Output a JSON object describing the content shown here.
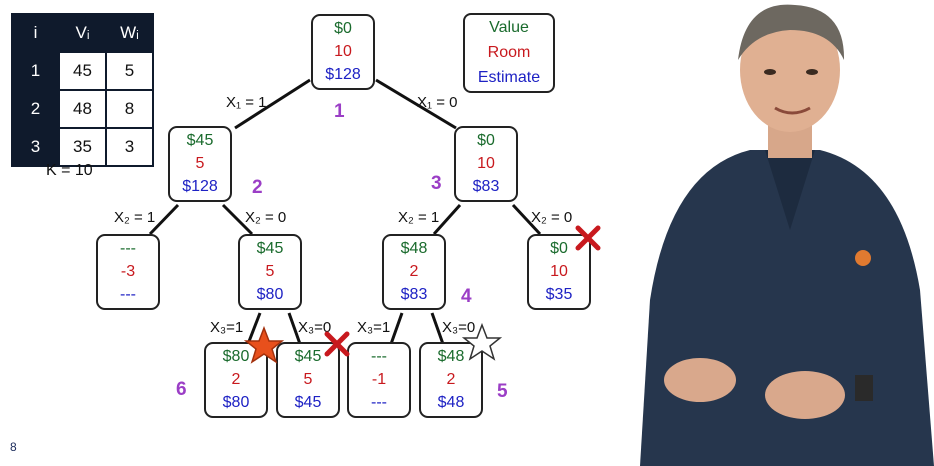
{
  "table": {
    "header": [
      "i",
      "Vᵢ",
      "Wᵢ"
    ],
    "rows": [
      [
        "1",
        "45",
        "5"
      ],
      [
        "2",
        "48",
        "8"
      ],
      [
        "3",
        "35",
        "3"
      ]
    ],
    "capacity": "K = 10"
  },
  "legend": {
    "value": "Value",
    "room": "Room",
    "estimate": "Estimate"
  },
  "nodes": {
    "n1": {
      "value": "$0",
      "room": "10",
      "estimate": "$128"
    },
    "n2": {
      "value": "$45",
      "room": "5",
      "estimate": "$128"
    },
    "n3": {
      "value": "$0",
      "room": "10",
      "estimate": "$83"
    },
    "n21": {
      "value": "---",
      "room": "-3",
      "estimate": "---"
    },
    "n22": {
      "value": "$45",
      "room": "5",
      "estimate": "$80"
    },
    "n31": {
      "value": "$48",
      "room": "2",
      "estimate": "$83"
    },
    "n32": {
      "value": "$0",
      "room": "10",
      "estimate": "$35"
    },
    "n221": {
      "value": "$80",
      "room": "2",
      "estimate": "$80"
    },
    "n222": {
      "value": "$45",
      "room": "5",
      "estimate": "$45"
    },
    "n311": {
      "value": "---",
      "room": "-1",
      "estimate": "---"
    },
    "n312": {
      "value": "$48",
      "room": "2",
      "estimate": "$48"
    }
  },
  "edges": {
    "e1": "X₁ = 1",
    "e2": "X₁ = 0",
    "e3": "X₂ = 1",
    "e4": "X₂ = 0",
    "e5": "X₂ = 1",
    "e6": "X₂ = 0",
    "e7": "X₃=1",
    "e8": "X₃=0",
    "e9": "X₃=1",
    "e10": "X₃=0"
  },
  "order": {
    "o1": "1",
    "o2": "2",
    "o3": "3",
    "o4": "4",
    "o5": "5",
    "o6": "6"
  },
  "slide_number": "8",
  "colors": {
    "value": "#1a6b2d",
    "room": "#c8191e",
    "estimate": "#1e22c4",
    "order": "#9b3ec6",
    "star": "#e8501c",
    "cross": "#c8191e"
  }
}
